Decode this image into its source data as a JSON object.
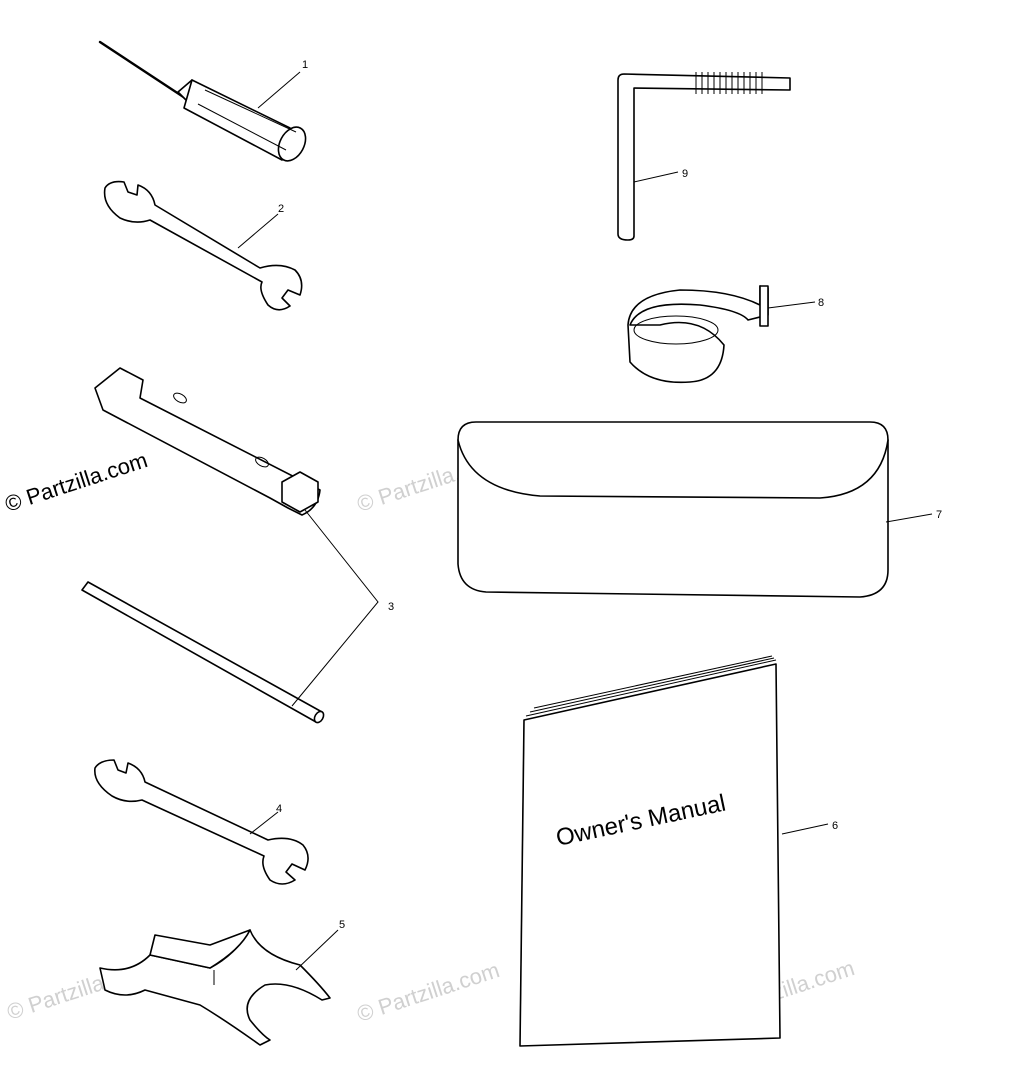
{
  "watermarks": {
    "primary": "© Partzilla.com",
    "faded": "© Partzilla.com"
  },
  "manual": {
    "cover_title": "Owner's Manual"
  },
  "callouts": [
    {
      "id": "1",
      "label": "1"
    },
    {
      "id": "2",
      "label": "2"
    },
    {
      "id": "3",
      "label": "3"
    },
    {
      "id": "4",
      "label": "4"
    },
    {
      "id": "5",
      "label": "5"
    },
    {
      "id": "6",
      "label": "6"
    },
    {
      "id": "7",
      "label": "7"
    },
    {
      "id": "8",
      "label": "8"
    },
    {
      "id": "9",
      "label": "9"
    }
  ]
}
